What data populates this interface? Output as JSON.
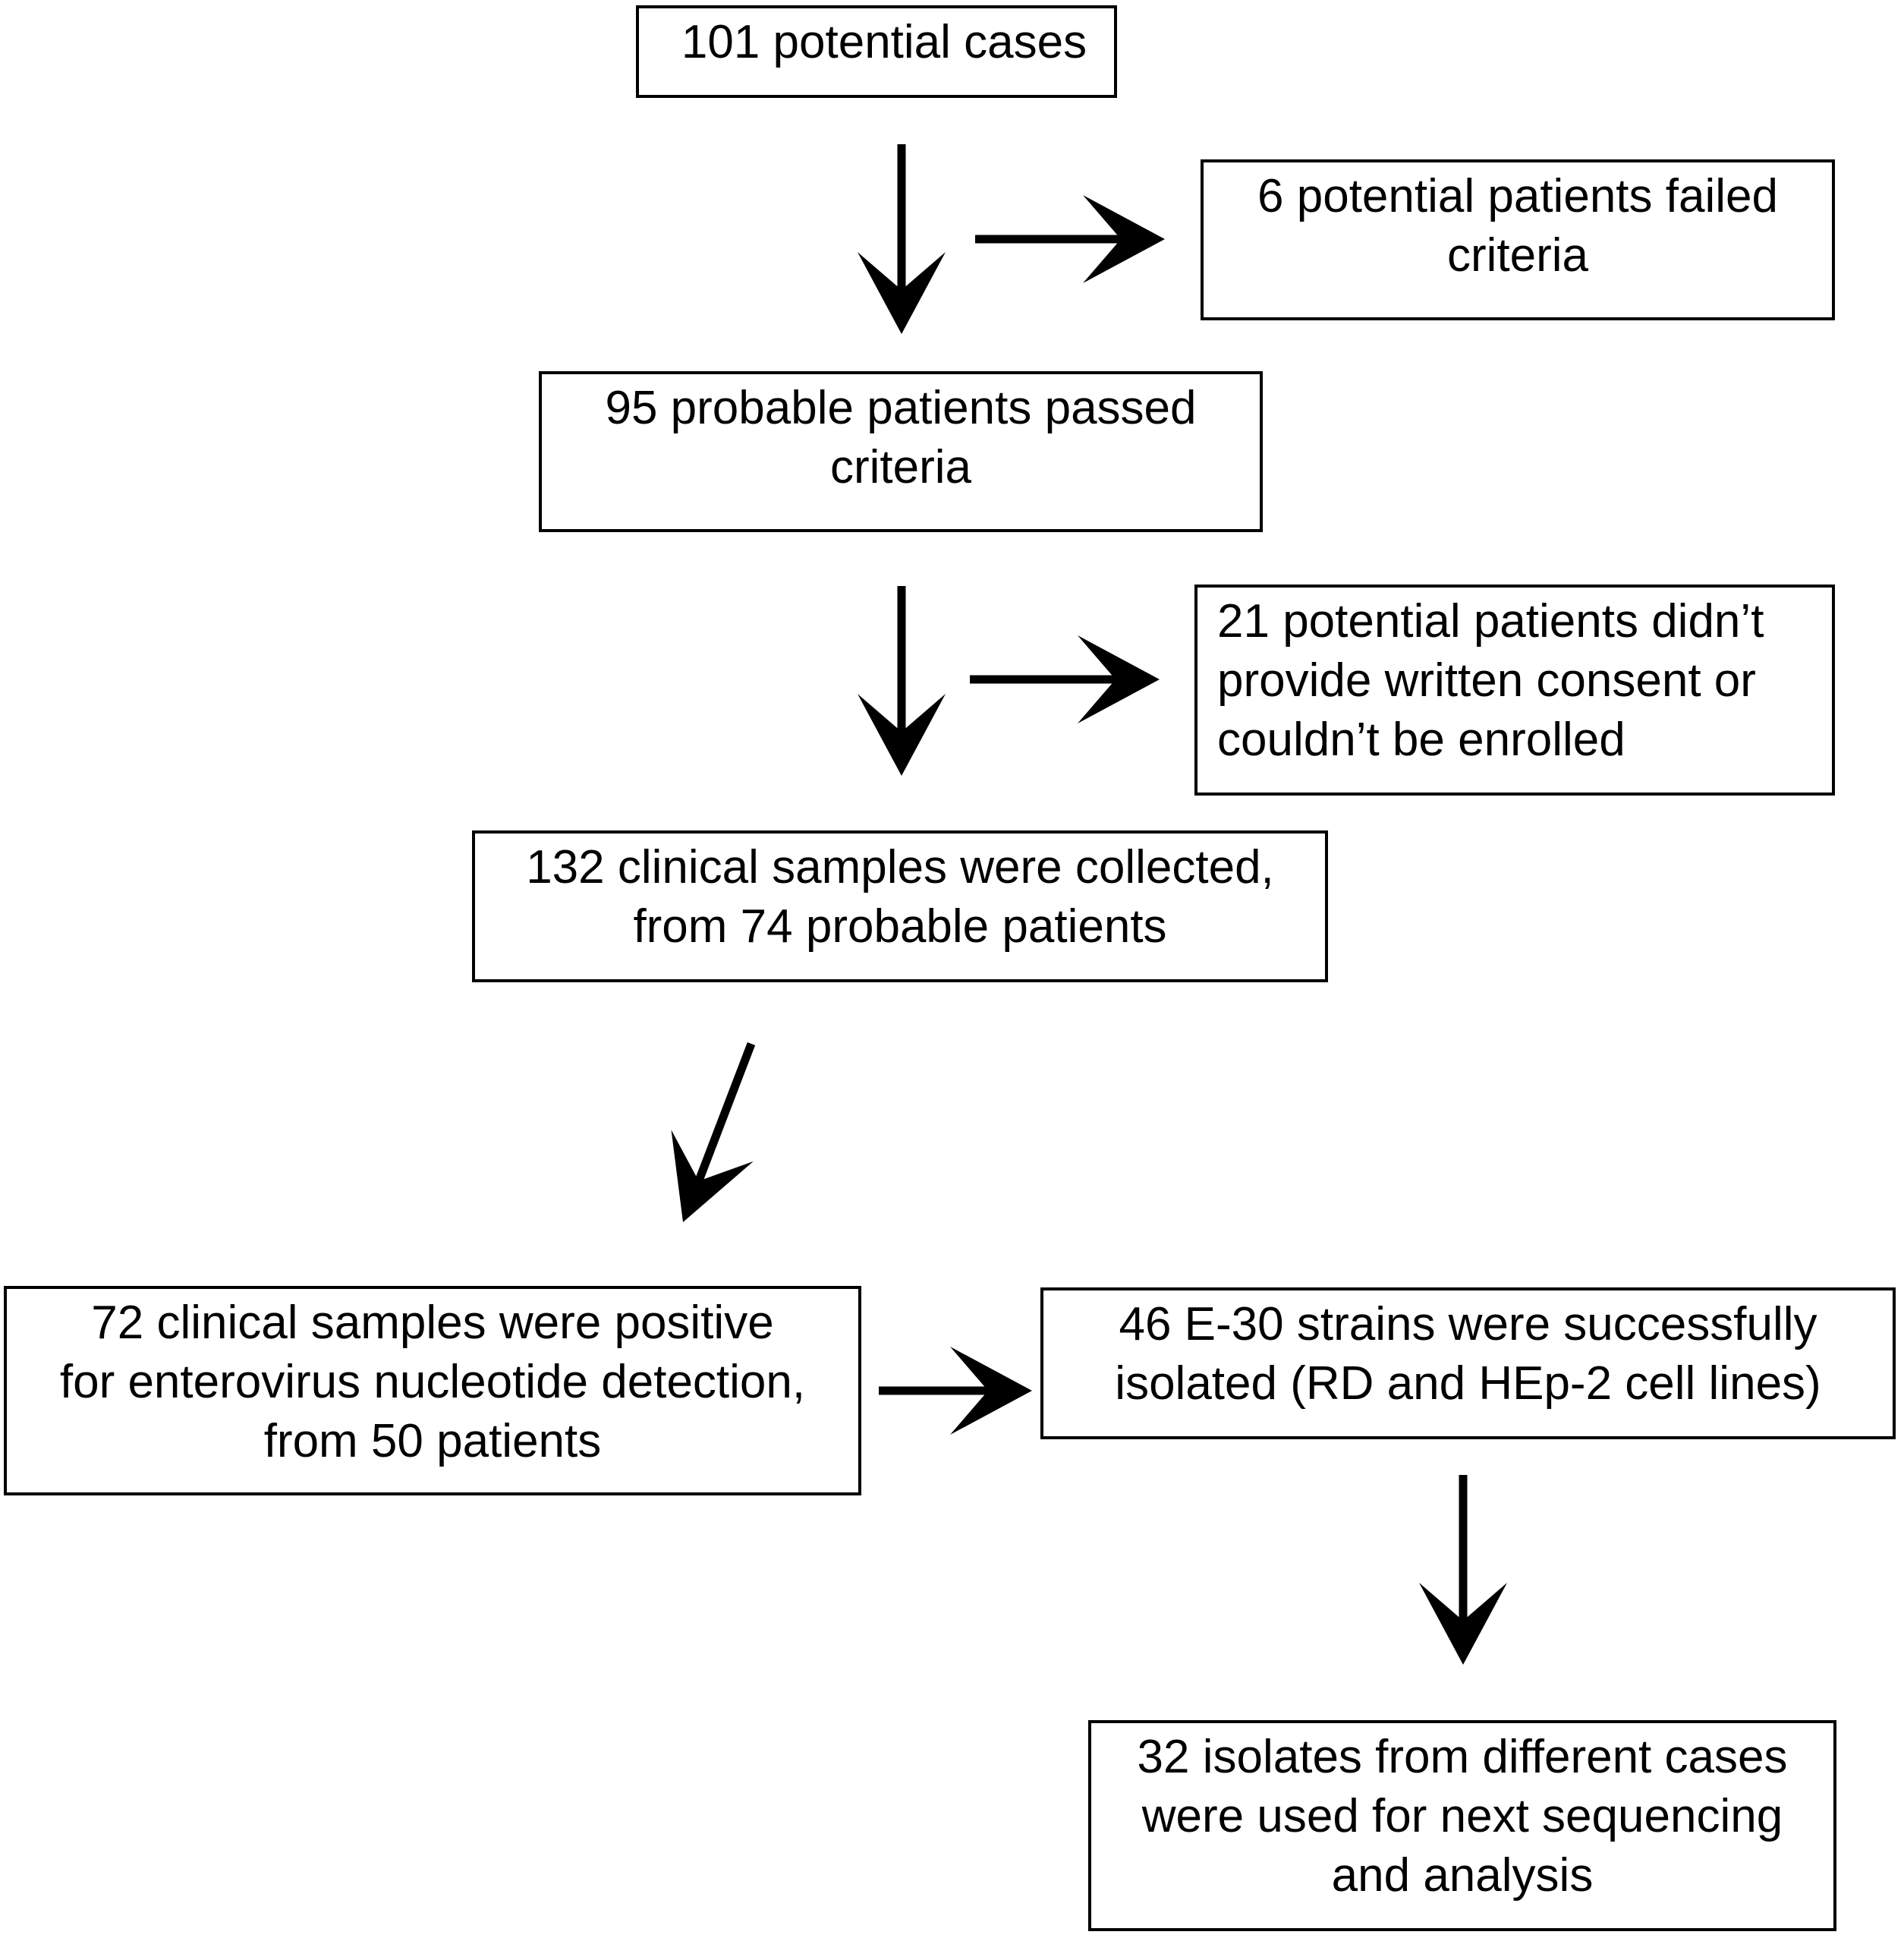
{
  "boxes": {
    "potential_cases": [
      "101 potential cases"
    ],
    "failed_criteria": [
      "6 potential patients failed",
      "criteria"
    ],
    "passed_criteria": [
      "95 probable patients passed",
      "criteria"
    ],
    "no_consent": [
      "21 potential patients didn’t",
      "provide written consent or",
      "couldn’t be enrolled"
    ],
    "samples_collected": [
      "132 clinical samples were collected,",
      "from 74 probable patients"
    ],
    "positive_samples": [
      "72 clinical samples were positive",
      "for enterovirus nucleotide detection,",
      "from 50 patients"
    ],
    "isolated_strains": [
      "46 E-30 strains were successfully",
      "isolated (RD and HEp-2 cell lines)"
    ],
    "sequencing": [
      "32 isolates from different cases",
      "were used for next sequencing",
      "and analysis"
    ]
  },
  "colors": {
    "stroke": "#000000",
    "background": "#ffffff"
  }
}
